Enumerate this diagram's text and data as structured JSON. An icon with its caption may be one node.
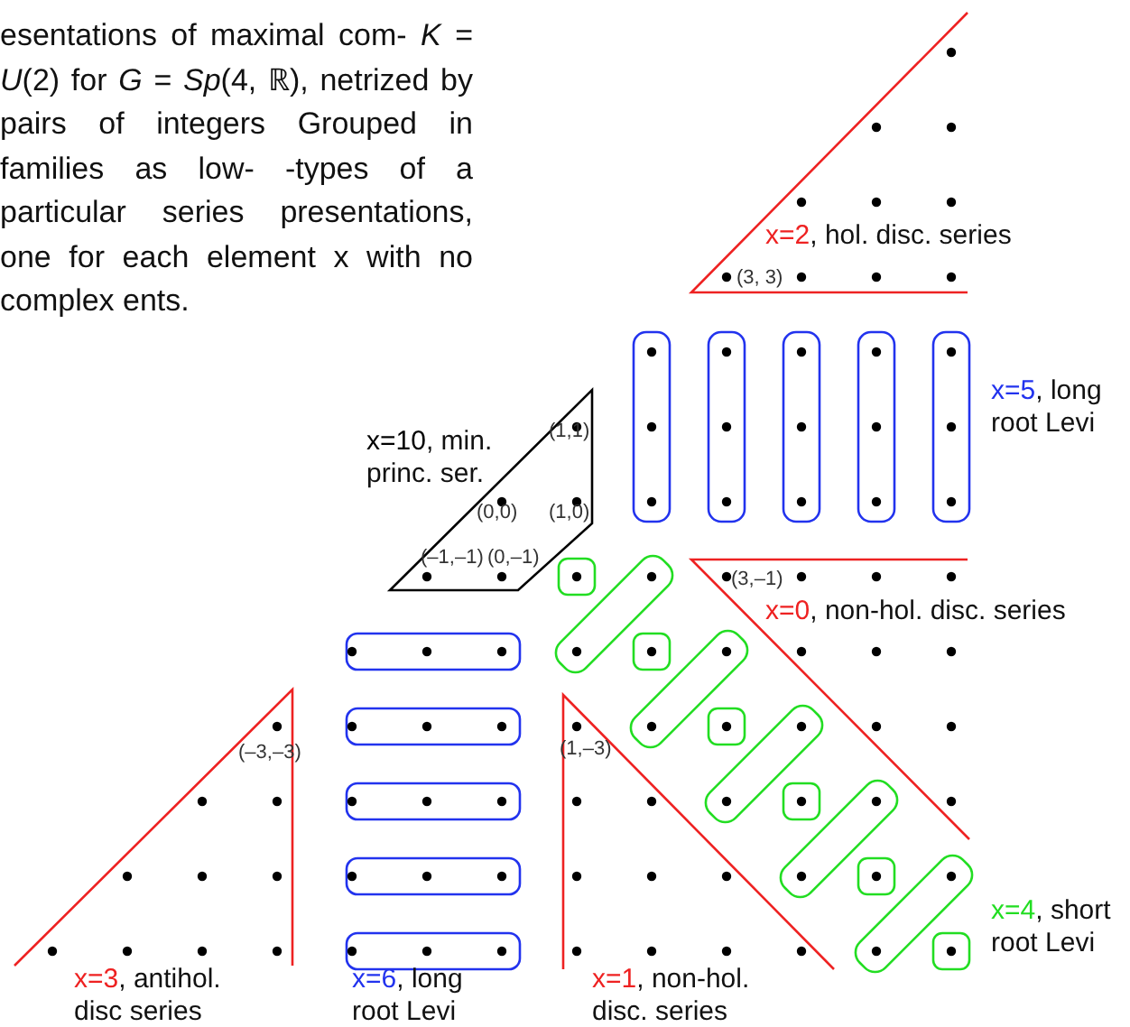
{
  "diagram": {
    "caption": "esentations of maximal com- *K* = *U*(2) for *G* = *Sp*(4, ℝ), netrized by pairs of integers Grouped in families as low- -types of a particular series presentations, one for each element x with no complex ents.",
    "labels": [
      "x=2, hol. disc. series",
      "(3, 3)",
      "x=10, min. princ. ser.",
      "(1,1)",
      "x=5, long root Levi",
      "(0,0)",
      "(1,0)",
      "(–1,–1)",
      "(0,–1)",
      "(3,–1)",
      "x=0, non-hol. disc. series",
      "(–3,–3)",
      "(1,–3)",
      "x=4, short root Levi",
      "x=3, antihol. disc series",
      "x=6, long root Levi",
      "x=1, non-hol. disc. series"
    ]
  }
}
